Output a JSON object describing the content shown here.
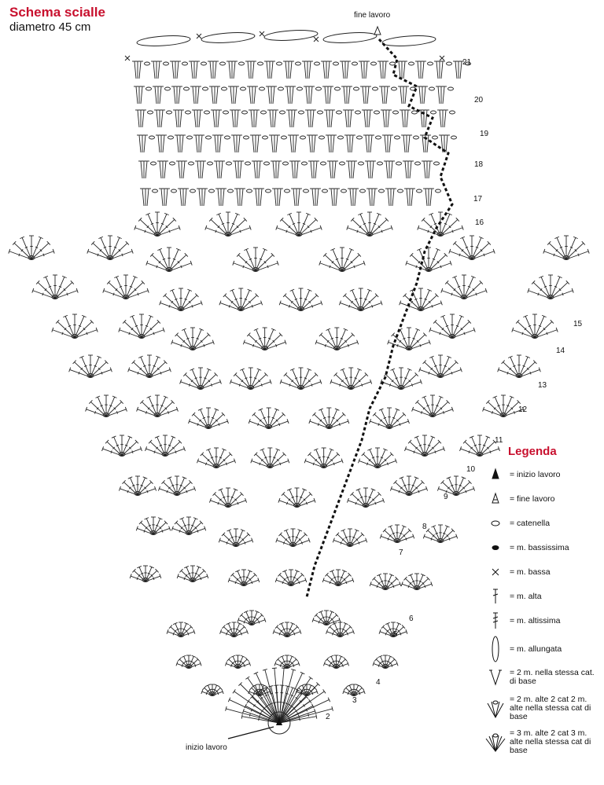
{
  "title": "Schema scialle",
  "subtitle": "diametro 45 cm",
  "annotations": {
    "end": "fine lavoro",
    "start": "inizio lavoro"
  },
  "row_numbers": [
    "21",
    "20",
    "19",
    "18",
    "17",
    "16",
    "15",
    "14",
    "13",
    "12",
    "11",
    "10",
    "9",
    "8",
    "7",
    "6",
    "5",
    "4",
    "3",
    "2"
  ],
  "legend": {
    "title": "Legenda",
    "items": [
      {
        "icon": "start-arrow-icon",
        "text": "= inizio lavoro"
      },
      {
        "icon": "end-arrow-icon",
        "text": "= fine lavoro"
      },
      {
        "icon": "chain-icon",
        "text": "= catenella"
      },
      {
        "icon": "slip-stitch-icon",
        "text": "= m. bassissima"
      },
      {
        "icon": "single-crochet-icon",
        "text": "= m. bassa"
      },
      {
        "icon": "double-crochet-icon",
        "text": "= m. alta"
      },
      {
        "icon": "treble-crochet-icon",
        "text": "= m. altissima"
      },
      {
        "icon": "elongated-stitch-icon",
        "text": "= m. allungata"
      },
      {
        "icon": "two-in-same-icon",
        "text": "= 2 m. nella stessa cat. di base"
      },
      {
        "icon": "shell-2-icon",
        "text": "= 2 m. alte 2 cat 2 m. alte nella stessa cat di base"
      },
      {
        "icon": "shell-3-icon",
        "text": "= 3 m. alte 2 cat 3 m. alte nella stessa cat di base"
      }
    ]
  }
}
